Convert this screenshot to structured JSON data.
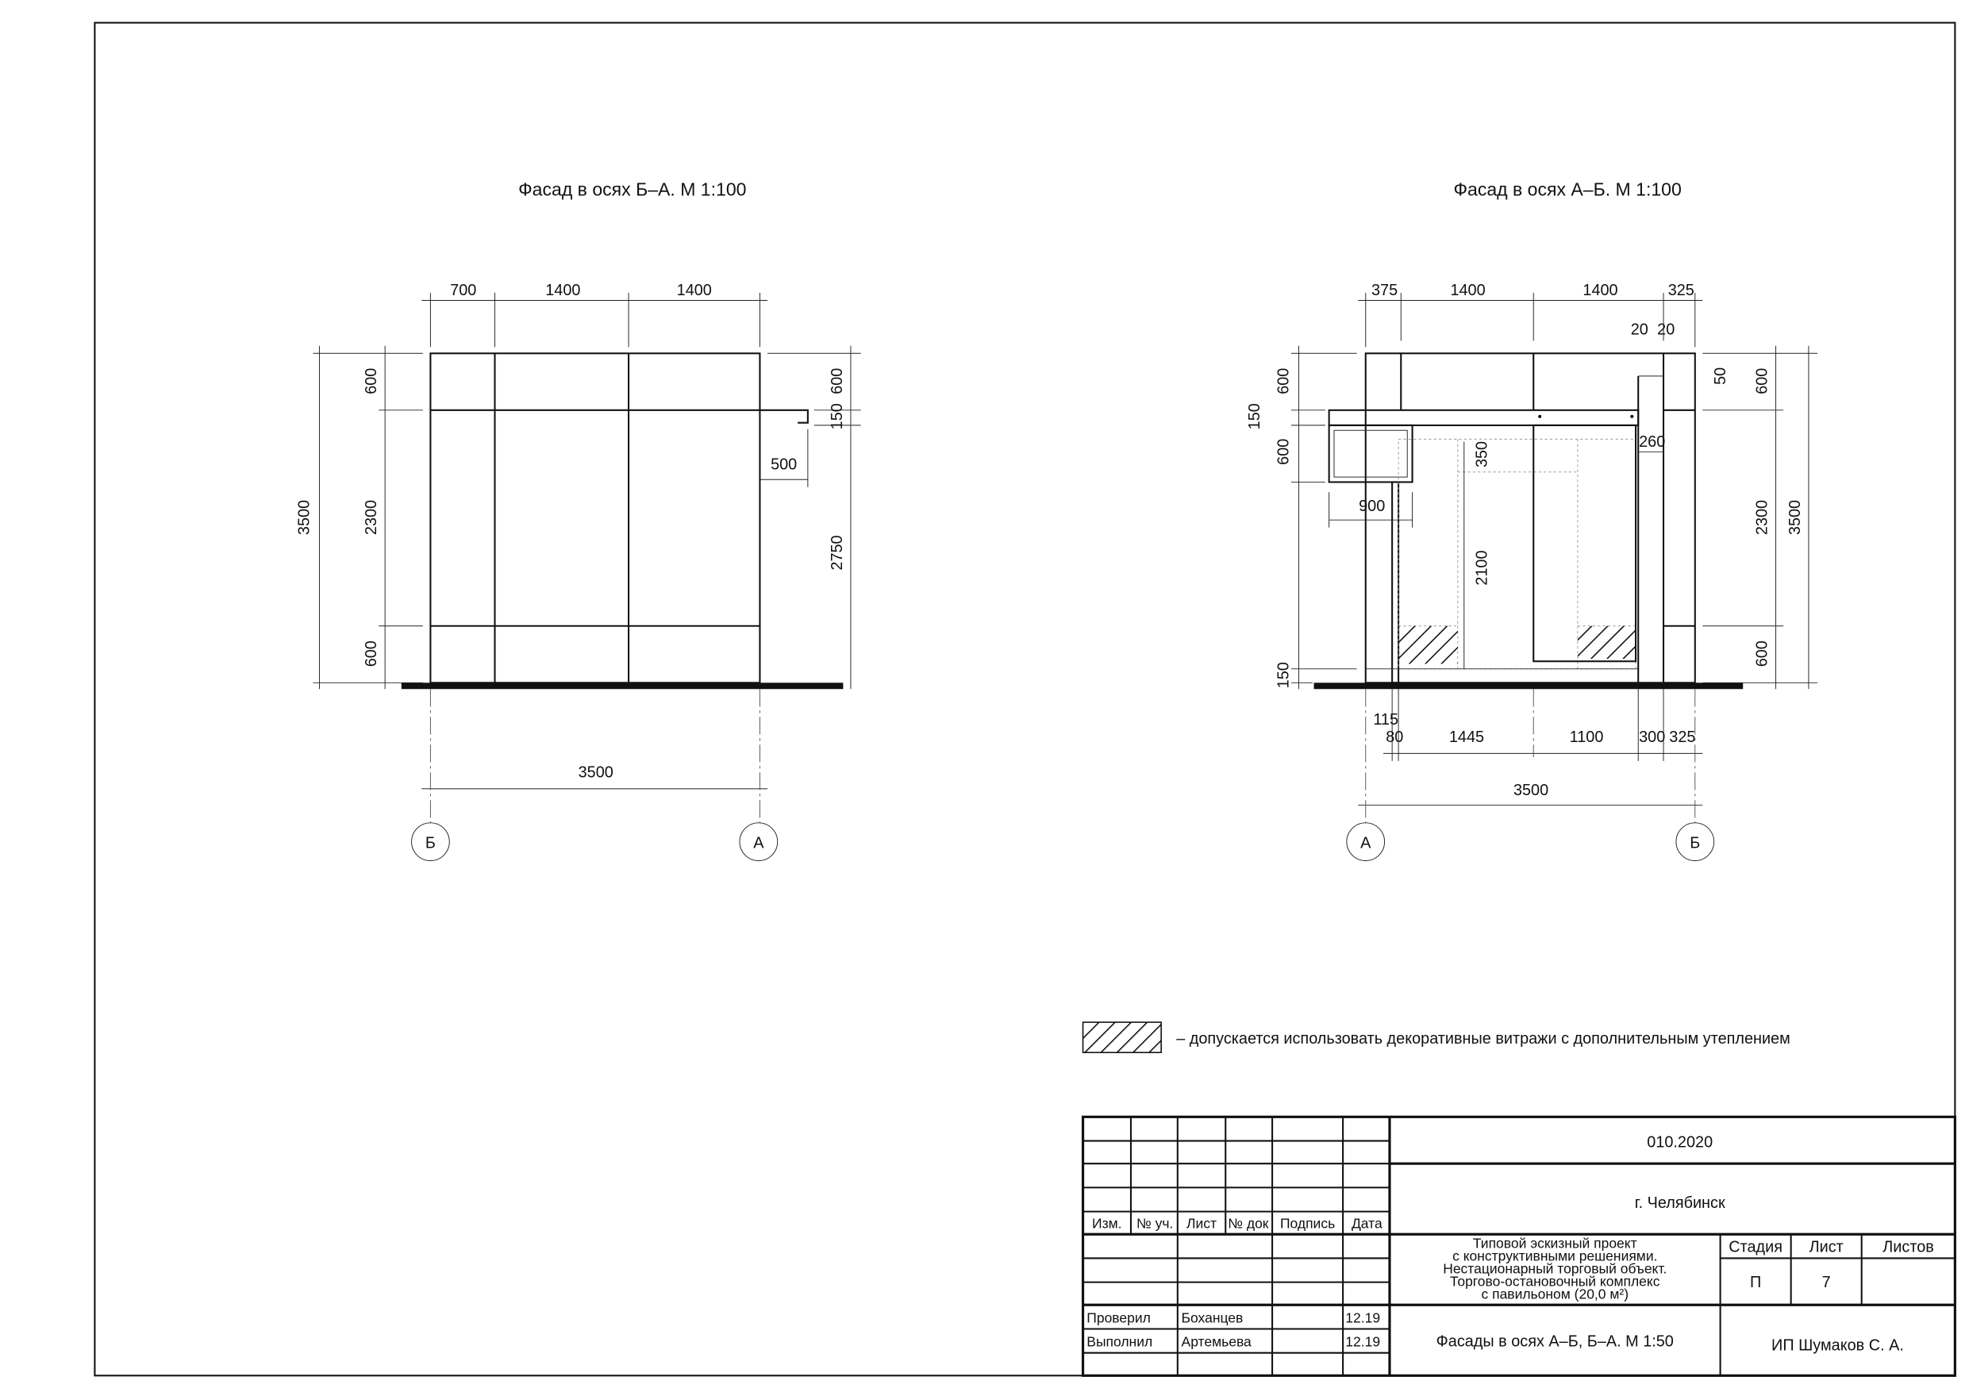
{
  "left_facade": {
    "title": "Фасад в осях Б–А. М 1:100",
    "dims_top": [
      "700",
      "1400",
      "1400"
    ],
    "dims_left": [
      "3500",
      "2300",
      "600",
      "600"
    ],
    "dims_right": [
      "600",
      "150",
      "500",
      "2750"
    ],
    "dim_bottom": "3500",
    "axes": [
      "Б",
      "А"
    ]
  },
  "right_facade": {
    "title": "Фасад в осях А–Б. М 1:100",
    "dims_top": [
      "375",
      "1400",
      "1400",
      "325"
    ],
    "dims_small": [
      "20",
      "20",
      "50",
      "260",
      "350",
      "2100",
      "900"
    ],
    "dims_left": [
      "600",
      "150",
      "600",
      "150"
    ],
    "dims_right": [
      "600",
      "2300",
      "3500",
      "600"
    ],
    "dims_bottom": [
      "115",
      "80",
      "1445",
      "1100",
      "300",
      "325"
    ],
    "dim_total": "3500",
    "axes": [
      "А",
      "Б"
    ]
  },
  "legend": {
    "text": "– допускается использовать декоративные витражи с дополнительным утеплением"
  },
  "title_block": {
    "code": "010.2020",
    "city": "г. Челябинск",
    "headers": [
      "Изм.",
      "№ уч.",
      "Лист",
      "№ док",
      "Подпись",
      "Дата"
    ],
    "project": [
      "Типовой эскизный проект",
      "с конструктивными решениями.",
      "Нестационарный торговый объект.",
      "Торгово-остановочный комплекс",
      "с павильоном (20,0 м²)"
    ],
    "stage_label": "Стадия",
    "sheet_label": "Лист",
    "sheets_label": "Листов",
    "stage": "П",
    "sheet": "7",
    "checked_label": "Проверил",
    "checked_by": "Боханцев",
    "checked_date": "12.19",
    "done_label": "Выполнил",
    "done_by": "Артемьева",
    "done_date": "12.19",
    "sheet_title": "Фасады в осях А–Б, Б–А. М 1:50",
    "company": "ИП Шумаков С. А."
  }
}
